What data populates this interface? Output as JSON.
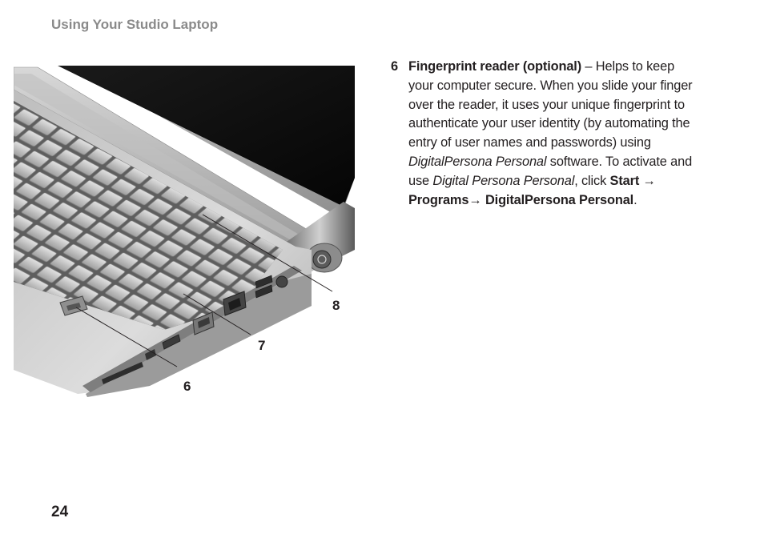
{
  "header": {
    "title": "Using Your Studio Laptop"
  },
  "figure": {
    "callouts": [
      "6",
      "7",
      "8"
    ]
  },
  "item": {
    "number": "6",
    "term": "Fingerprint reader (optional)",
    "text_1": " – Helps to keep your computer secure. When you slide your finger over the reader, it uses your unique fingerprint to authenticate your user identity (by automating the entry of user names and passwords) using ",
    "software_name_1": "DigitalPersona Personal",
    "text_2": " software. To activate and use ",
    "software_name_2": "Digital Persona Personal",
    "text_3": ", click ",
    "menu_start": "Start",
    "arrow_1": " → ",
    "menu_programs": "Programs",
    "arrow_2": "→ ",
    "menu_app": "DigitalPersona Personal",
    "text_4": "."
  },
  "footer": {
    "page_number": "24"
  }
}
